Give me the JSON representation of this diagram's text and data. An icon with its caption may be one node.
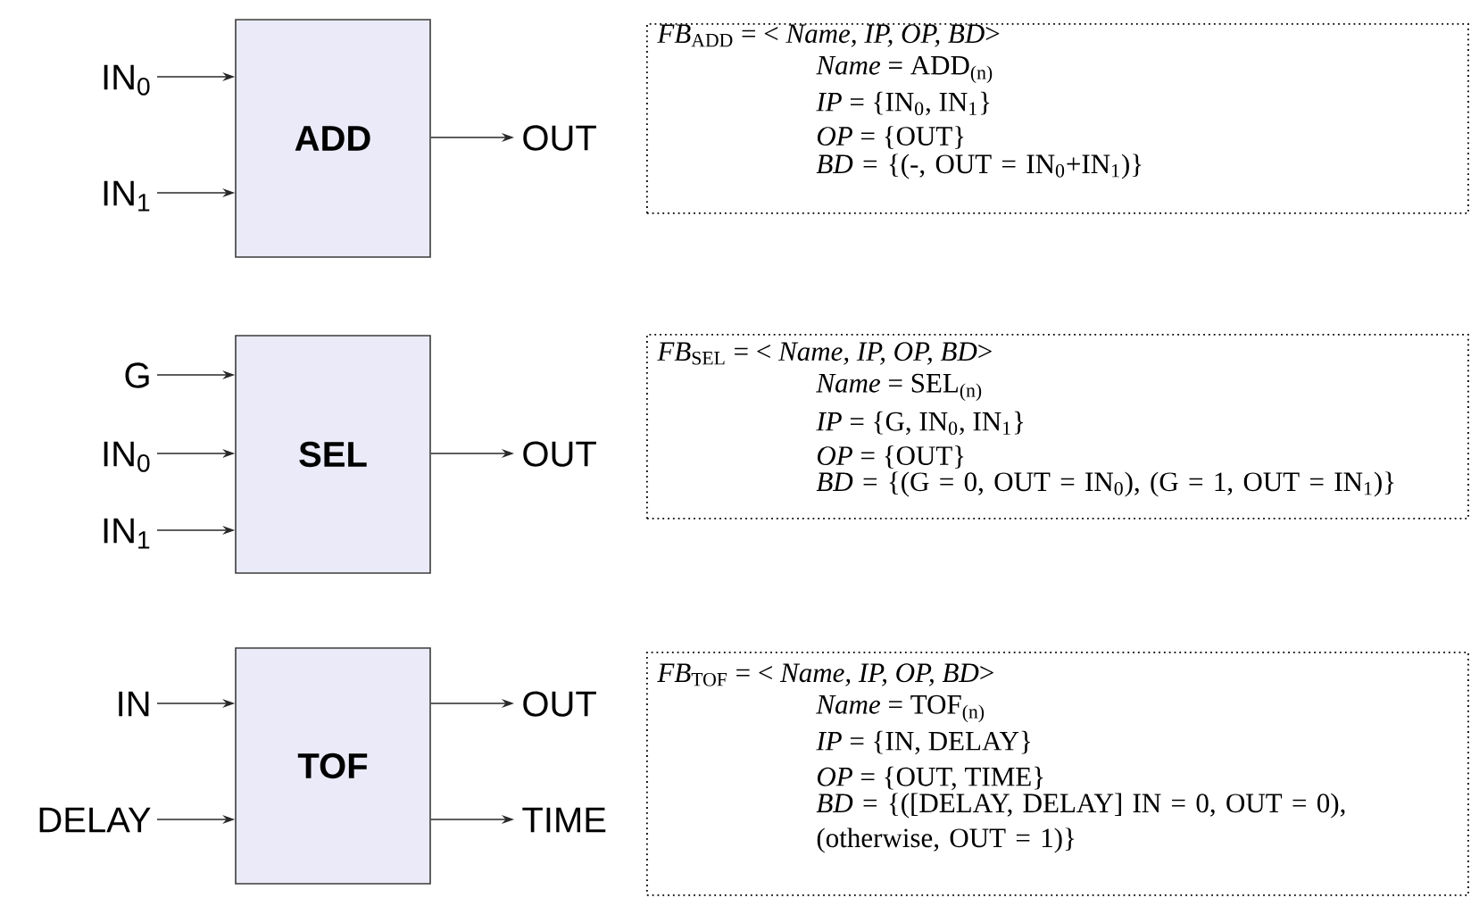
{
  "diagram": {
    "nodes": [
      {
        "text": [
          "ADD"
        ]
      },
      {
        "text": [
          "IN$_{0}$"
        ]
      },
      {
        "text": [
          "IN$_{1}$"
        ]
      },
      {
        "text": [
          "OUT"
        ]
      },
      {
        "text": [
          "*FB*$_{ADD}$ = < *Name, IP, OP, BD*>",
          "*Name* = ADD$_{(n)}$",
          "*IP* = {IN$_{0}$, IN$_{1}$}",
          "*OP* = {OUT}",
          "*BD* = {(-, OUT = IN$_{0}$+IN$_{1}$)}"
        ]
      },
      {
        "text": [
          "SEL"
        ]
      },
      {
        "text": [
          "G"
        ]
      },
      {
        "text": [
          "IN$_{0}$"
        ]
      },
      {
        "text": [
          "IN$_{1}$"
        ]
      },
      {
        "text": [
          "OUT"
        ]
      },
      {
        "text": [
          "*FB*$_{SEL}$ = < *Name, IP, OP, BD*>",
          "*Name* = SEL$_{(n)}$",
          "*IP* = {G, IN$_{0}$, IN$_{1}$}",
          "*OP* = {OUT}",
          "*BD* = {(G = 0, OUT = IN$_{0}$), (G = 1, OUT = IN$_{1}$)}"
        ]
      },
      {
        "text": [
          "TOF"
        ]
      },
      {
        "text": [
          "IN"
        ]
      },
      {
        "text": [
          "DELAY"
        ]
      },
      {
        "text": [
          "OUT"
        ]
      },
      {
        "text": [
          "TIME"
        ]
      },
      {
        "text": [
          "*FB*$_{TOF}$ = < *Name, IP, OP, BD*>",
          "*Name* = TOF$_{(n)}$",
          "*IP* = {IN, DELAY}",
          "*OP* = {OUT, TIME}",
          "*BD* = {([DELAY, DELAY] IN = 0, OUT = 0), (otherwise, OUT = 1)}"
        ]
      }
    ],
    "edges": [
      {
        "from": 1,
        "to": 0,
        "arrow": "to"
      },
      {
        "from": 2,
        "to": 0,
        "arrow": "to"
      },
      {
        "from": 0,
        "to": 3,
        "arrow": "to"
      },
      {
        "from": 6,
        "to": 5,
        "arrow": "to"
      },
      {
        "from": 7,
        "to": 5,
        "arrow": "to"
      },
      {
        "from": 8,
        "to": 5,
        "arrow": "to"
      },
      {
        "from": 5,
        "to": 9,
        "arrow": "to"
      },
      {
        "from": 12,
        "to": 11,
        "arrow": "to"
      },
      {
        "from": 13,
        "to": 11,
        "arrow": "to"
      },
      {
        "from": 11,
        "to": 14,
        "arrow": "to"
      },
      {
        "from": 11,
        "to": 15,
        "arrow": "to"
      }
    ]
  }
}
